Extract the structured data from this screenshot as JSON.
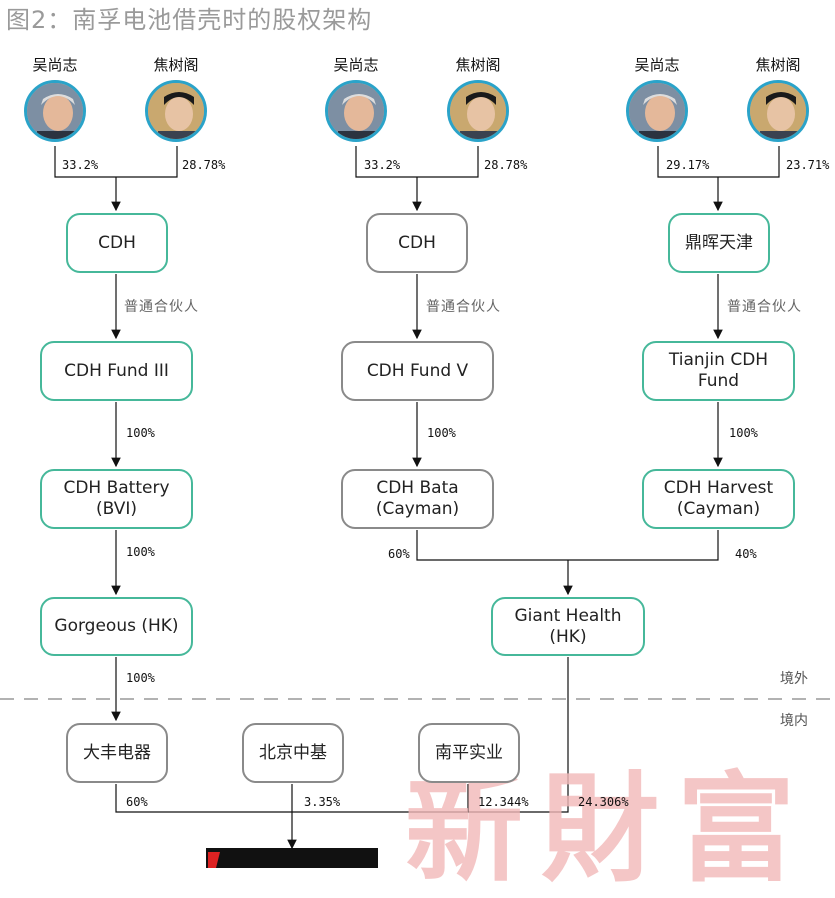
{
  "title": "图2：南孚电池借壳时的股权架构",
  "watermark": "新財富",
  "columns": [
    {
      "persons": [
        {
          "name": "吴尚志",
          "icon": "person-photo-icon"
        },
        {
          "name": "焦树阁",
          "icon": "person-photo-icon"
        }
      ],
      "share_left": "33.2%",
      "share_right": "28.78%",
      "gp_label": "普通合伙人",
      "box1": "CDH",
      "box2": "CDH Fund III",
      "pct2": "100%",
      "box3_line1": "CDH Battery",
      "box3_line2": "(BVI)",
      "pct3": "100%",
      "box4": "Gorgeous (HK)",
      "pct4": "100%"
    },
    {
      "persons": [
        {
          "name": "吴尚志",
          "icon": "person-photo-icon"
        },
        {
          "name": "焦树阁",
          "icon": "person-photo-icon"
        }
      ],
      "share_left": "33.2%",
      "share_right": "28.78%",
      "gp_label": "普通合伙人",
      "box1": "CDH",
      "box2": "CDH Fund V",
      "pct2": "100%",
      "box3_line1": "CDH Bata",
      "box3_line2": "(Cayman)",
      "pct_to_giant": "60%"
    },
    {
      "persons": [
        {
          "name": "吴尚志",
          "icon": "person-photo-icon"
        },
        {
          "name": "焦树阁",
          "icon": "person-photo-icon"
        }
      ],
      "share_left": "29.17%",
      "share_right": "23.71%",
      "gp_label": "普通合伙人",
      "box1": "鼎晖天津",
      "box2": "Tianjin CDH Fund",
      "pct2": "100%",
      "box3_line1": "CDH Harvest",
      "box3_line2": "(Cayman)",
      "pct_to_giant": "40%"
    }
  ],
  "giant": "Giant Health (HK)",
  "region_overseas": "境外",
  "region_domestic": "境内",
  "domestic": [
    {
      "name": "大丰电器",
      "pct": "60%"
    },
    {
      "name": "北京中基",
      "pct": "3.35%"
    },
    {
      "name": "南平实业",
      "pct": "12.344%"
    }
  ],
  "giant_pct": "24.306%",
  "colors": {
    "green": "#46b89a",
    "gray": "#8a8a8a",
    "avatar_ring": "#2aa3c9",
    "watermark": "#f2b9b9"
  }
}
